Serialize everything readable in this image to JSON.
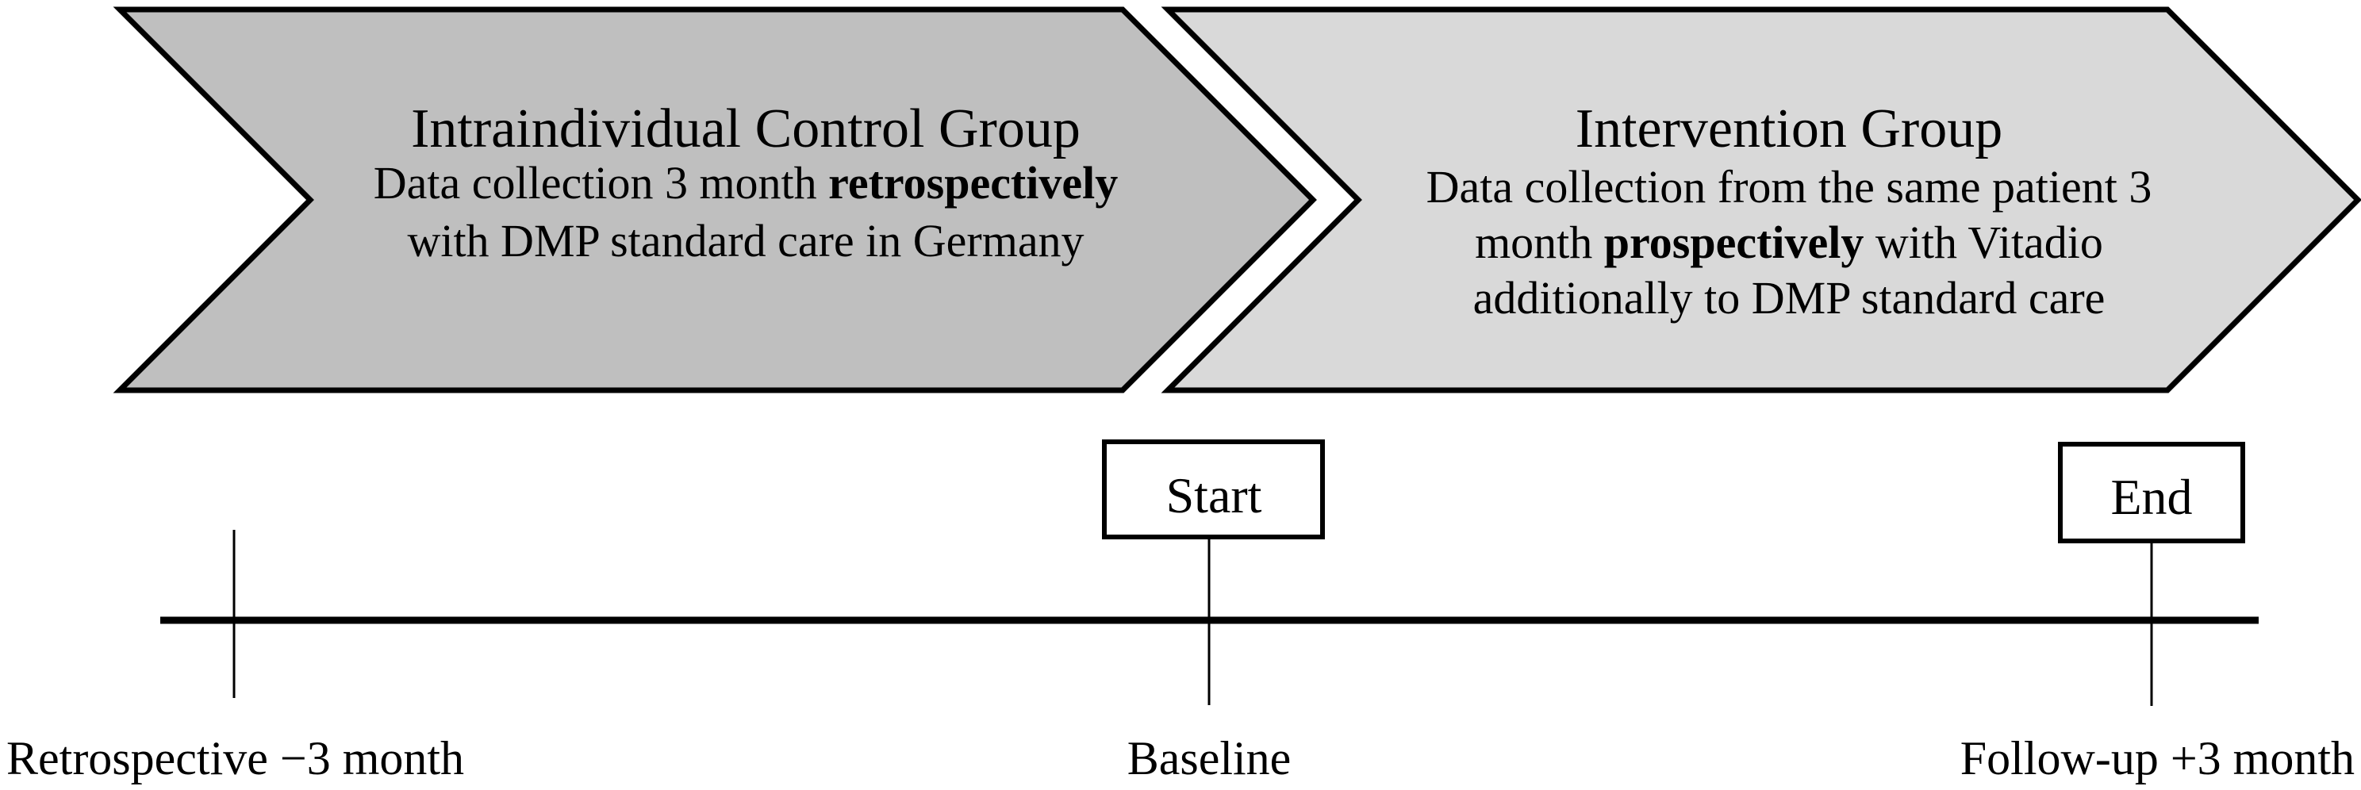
{
  "diagram": {
    "control_group": {
      "title": "Intraindividual Control Group",
      "line1_pre": "Data collection 3 month ",
      "line1_bold": "retrospectively",
      "line2": "with DMP standard care in Germany",
      "fill": "#bfbfbf"
    },
    "intervention_group": {
      "title": "Intervention Group",
      "line1": "Data collection from the same patient 3",
      "line2_pre": "month ",
      "line2_bold": "prospectively",
      "line2_post": " with Vitadio",
      "line3": "additionally to DMP standard care",
      "fill": "#d9d9d9"
    },
    "timeline": {
      "start_box_label": "Start",
      "end_box_label": "End",
      "left_marker_label": "Retrospective −3 month",
      "baseline_marker_label": "Baseline",
      "followup_marker_label": "Follow-up +3 month"
    },
    "colors": {
      "outline": "#000000",
      "background": "#ffffff",
      "text": "#000000"
    }
  }
}
